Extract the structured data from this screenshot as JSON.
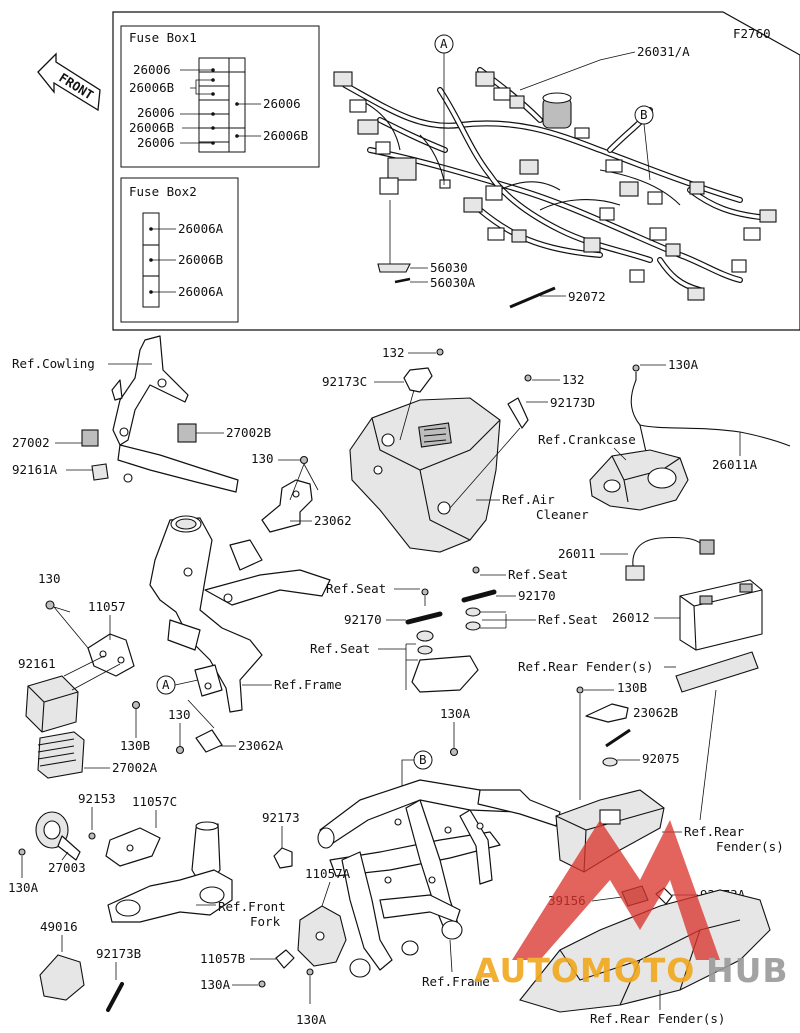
{
  "figure_code": "F2760",
  "front_label": "FRONT",
  "fuse_box_1": {
    "title": "Fuse Box1",
    "left_codes": [
      "26006",
      "26006B",
      "26006",
      "26006B",
      "26006"
    ],
    "right_codes": [
      "26006",
      "26006B"
    ]
  },
  "fuse_box_2": {
    "title": "Fuse Box2",
    "codes": [
      "26006A",
      "26006B",
      "26006A"
    ]
  },
  "harness_labels": {
    "main_harness": "26031/A",
    "point_a": "A",
    "point_b": "B",
    "clip_56030": "56030",
    "clip_56030a": "56030A",
    "band_92072": "92072"
  },
  "left_labels": {
    "ref_cowling": "Ref.Cowling",
    "relay_27002": "27002",
    "relay_27002b": "27002B",
    "bracket_92161a": "92161A",
    "bolt_130_top": "130",
    "bracket_23062": "23062",
    "bolt_130_left": "130",
    "bracket_11057": "11057",
    "ecu_92161": "92161",
    "bolt_130b": "130B",
    "point_a_frame": "A",
    "ref_frame": "Ref.Frame",
    "bolt_130_mid": "130",
    "bracket_23062a": "23062A",
    "ecu_27002a": "27002A",
    "screw_92153": "92153",
    "bracket_11057c": "11057C",
    "bolt_130a_left": "130A",
    "horn_27003": "27003",
    "ref_front_fork": "Ref.Front\nFork",
    "cover_49016": "49016",
    "band_92173b": "92173B"
  },
  "center_labels": {
    "bolt_132_top": "132",
    "clamp_92173c": "92173C",
    "bolt_132_right": "132",
    "clamp_92173d": "92173D",
    "ref_air_cleaner": "Ref.Air\nCleaner",
    "ref_seat_1": "Ref.Seat",
    "ref_seat_2": "Ref.Seat",
    "ref_seat_3": "Ref.Seat",
    "ref_seat_4": "Ref.Seat",
    "damper_92170_left": "92170",
    "damper_92170_right": "92170",
    "bolt_130a_mid": "130A",
    "point_b_frame": "B",
    "clamp_92173": "92173",
    "bracket_11057a": "11057A",
    "bracket_11057b": "11057B",
    "bolt_130a_low1": "130A",
    "bolt_130a_low2": "130A",
    "ref_frame_low": "Ref.Frame"
  },
  "right_labels": {
    "bolt_130a_top": "130A",
    "ref_crankcase": "Ref.Crankcase",
    "cable_26011a": "26011A",
    "cable_26011": "26011",
    "battery_26012": "26012",
    "ref_rear_fender_1": "Ref.Rear Fender(s)",
    "bolt_130b_right": "130B",
    "bracket_23062b": "23062B",
    "band_92075": "92075",
    "ref_rear_fender_2": "Ref.Rear\nFender(s)",
    "part_39156": "39156",
    "clamp_92173a": "92173A",
    "ref_rear_fender_3": "Ref.Rear Fender(s)"
  },
  "watermark": {
    "text_auto": "AUTOMOTO",
    "text_hub": "HUB",
    "color_red": "#d9342b",
    "color_orange": "#f0a81d",
    "color_gray": "#9a9a9a"
  }
}
